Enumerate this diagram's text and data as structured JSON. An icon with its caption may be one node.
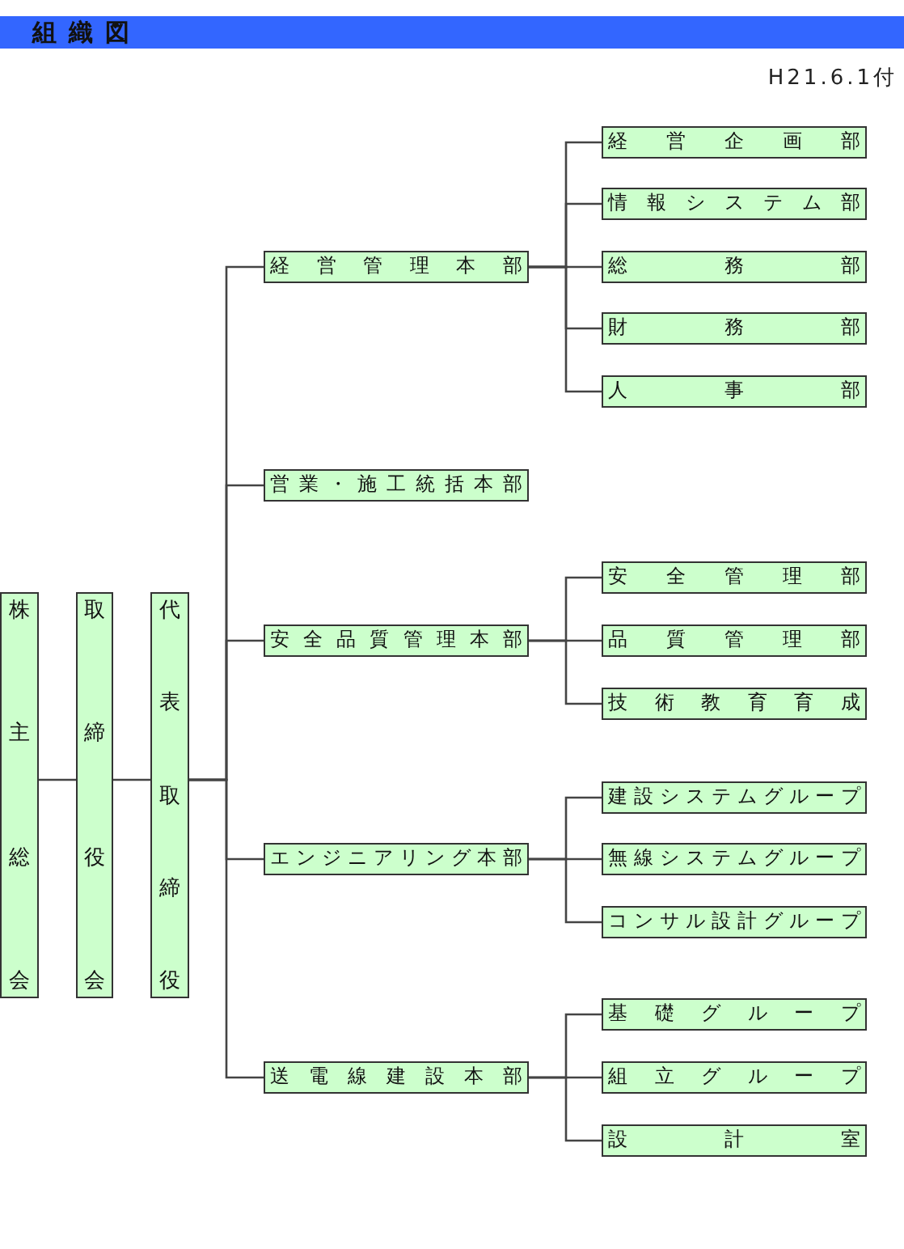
{
  "diagram": {
    "title": "組織図",
    "nodes": [
      {
        "text": [
          "株主総会"
        ]
      },
      {
        "text": [
          "取締役会"
        ]
      },
      {
        "text": [
          "代表取締役"
        ]
      },
      {
        "text": [
          "経営管理本部"
        ]
      },
      {
        "text": [
          "経営企画部"
        ]
      },
      {
        "text": [
          "情報システム部"
        ]
      },
      {
        "text": [
          "総務部"
        ]
      },
      {
        "text": [
          "財務部"
        ]
      },
      {
        "text": [
          "人事部"
        ]
      },
      {
        "text": [
          "営業・施工統括本部"
        ]
      },
      {
        "text": [
          "安全品質管理本部"
        ]
      },
      {
        "text": [
          "安全管理部"
        ]
      },
      {
        "text": [
          "品質管理部"
        ]
      },
      {
        "text": [
          "技術教育育成"
        ]
      },
      {
        "text": [
          "エンジニアリング本部"
        ]
      },
      {
        "text": [
          "建設システムグループ"
        ]
      },
      {
        "text": [
          "無線システムグループ"
        ]
      },
      {
        "text": [
          "コンサル設計グループ"
        ]
      },
      {
        "text": [
          "送電線建設本部"
        ]
      },
      {
        "text": [
          "基礎グループ"
        ]
      },
      {
        "text": [
          "組立グループ"
        ]
      },
      {
        "text": [
          "設計室"
        ]
      }
    ],
    "edges": [
      {
        "from": 0,
        "to": 1,
        "arrow": "none"
      },
      {
        "from": 1,
        "to": 2,
        "arrow": "none"
      },
      {
        "from": 2,
        "to": 3,
        "arrow": "none"
      },
      {
        "from": 2,
        "to": 9,
        "arrow": "none"
      },
      {
        "from": 2,
        "to": 10,
        "arrow": "none"
      },
      {
        "from": 2,
        "to": 14,
        "arrow": "none"
      },
      {
        "from": 2,
        "to": 18,
        "arrow": "none"
      },
      {
        "from": 3,
        "to": 4,
        "arrow": "none"
      },
      {
        "from": 3,
        "to": 5,
        "arrow": "none"
      },
      {
        "from": 3,
        "to": 6,
        "arrow": "none"
      },
      {
        "from": 3,
        "to": 7,
        "arrow": "none"
      },
      {
        "from": 3,
        "to": 8,
        "arrow": "none"
      },
      {
        "from": 10,
        "to": 11,
        "arrow": "none"
      },
      {
        "from": 10,
        "to": 12,
        "arrow": "none"
      },
      {
        "from": 10,
        "to": 13,
        "arrow": "none"
      },
      {
        "from": 14,
        "to": 15,
        "arrow": "none"
      },
      {
        "from": 14,
        "to": 16,
        "arrow": "none"
      },
      {
        "from": 14,
        "to": 17,
        "arrow": "none"
      },
      {
        "from": 18,
        "to": 19,
        "arrow": "none"
      },
      {
        "from": 18,
        "to": 20,
        "arrow": "none"
      },
      {
        "from": 18,
        "to": 21,
        "arrow": "none"
      }
    ],
    "labels": [
      "H21.6.1付"
    ]
  }
}
